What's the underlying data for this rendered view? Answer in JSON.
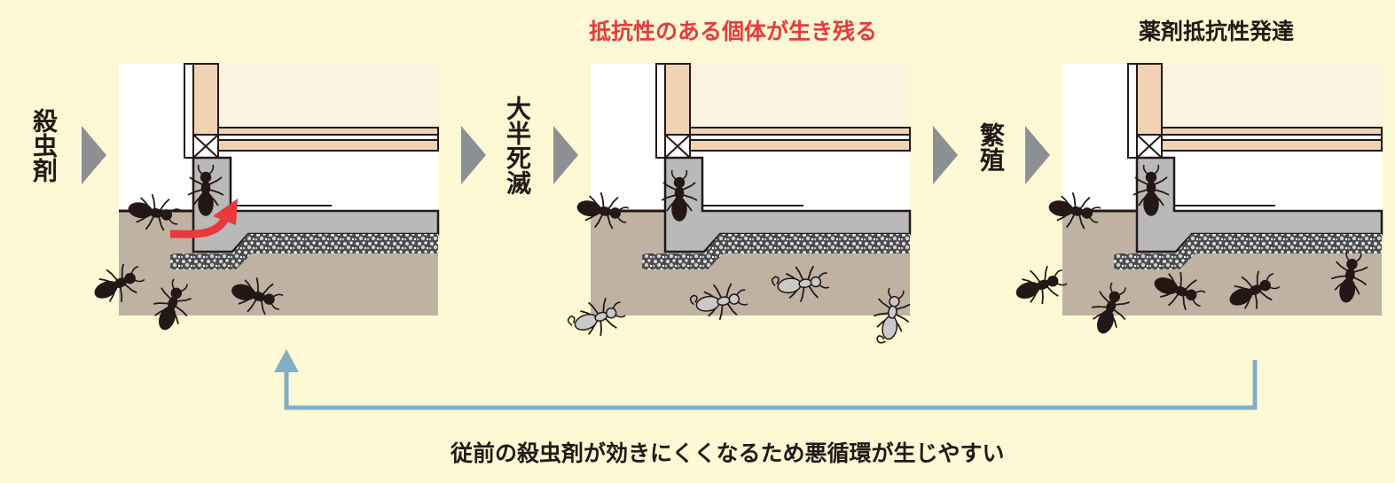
{
  "labels": {
    "pesticide": "殺虫剤",
    "mostly_die": "大半死滅",
    "breed": "繁殖"
  },
  "headings": {
    "survivors": "抵抗性のある個体が生き残る",
    "resistance": "薬剤抵抗性発達"
  },
  "caption": "従前の殺虫剤が効きにくくなるため悪循環が生じやすい",
  "colors": {
    "background": "#fdf9d4",
    "heading_red": "#e83a3c",
    "arrow_gray": "#8d9093",
    "cycle_line": "#7fb0c7",
    "soil": "#bfb2a3",
    "wood": "#f0d3b4",
    "concrete": "#b9b9b9",
    "ant_dark": "#231815",
    "ant_dead": "#c9c9c9"
  }
}
